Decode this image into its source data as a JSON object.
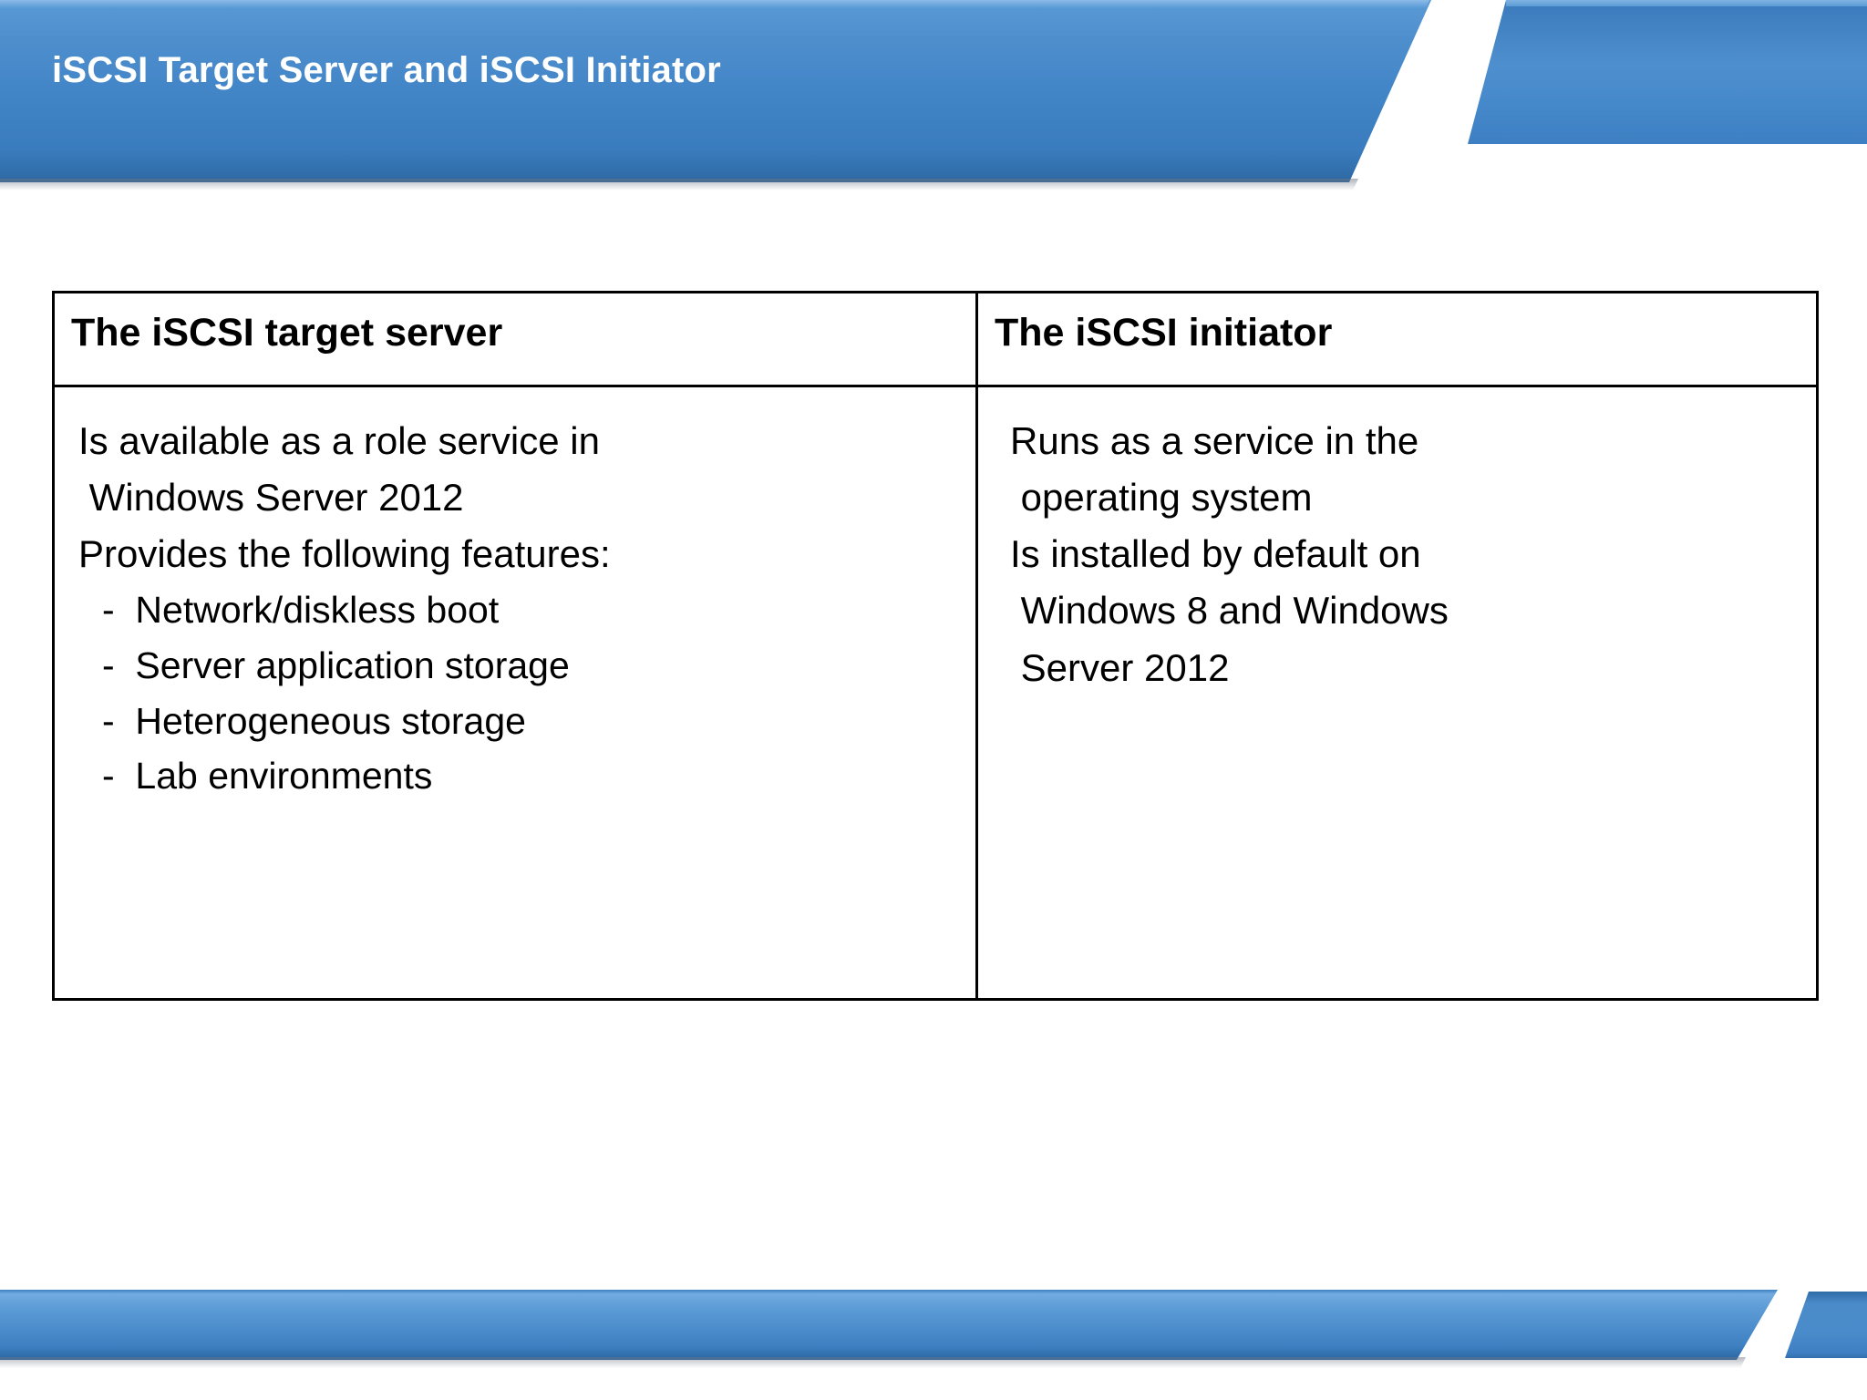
{
  "slide": {
    "title": "iSCSI Target Server and iSCSI Initiator",
    "theme": {
      "band_blue_light": "#5a9ad6",
      "band_blue_dark": "#2a5f96",
      "band_highlight": "#8cbbe8",
      "title_color": "#ffffff",
      "table_border": "#000000",
      "body_text": "#000000",
      "slide_background": "#ffffff"
    }
  },
  "table": {
    "columns": [
      {
        "header": "The iSCSI target server"
      },
      {
        "header": "The iSCSI initiator"
      }
    ],
    "left_column_lines": [
      {
        "level": 1,
        "text": "Is available as a role service in"
      },
      {
        "level": 1,
        "text": " Windows Server 2012"
      },
      {
        "level": 1,
        "text": "Provides the following features:"
      },
      {
        "level": 2,
        "text": "-  Network/diskless boot"
      },
      {
        "level": 2,
        "text": "-  Server application storage"
      },
      {
        "level": 2,
        "text": "-  Heterogeneous storage"
      },
      {
        "level": 2,
        "text": "-  Lab environments"
      }
    ],
    "right_column_lines": [
      {
        "level": 1,
        "text": "Runs as a service in the"
      },
      {
        "level": 1,
        "text": " operating system"
      },
      {
        "level": 1,
        "text": "Is installed by default on"
      },
      {
        "level": 1,
        "text": " Windows 8 and Windows"
      },
      {
        "level": 1,
        "text": " Server 2012"
      }
    ]
  }
}
